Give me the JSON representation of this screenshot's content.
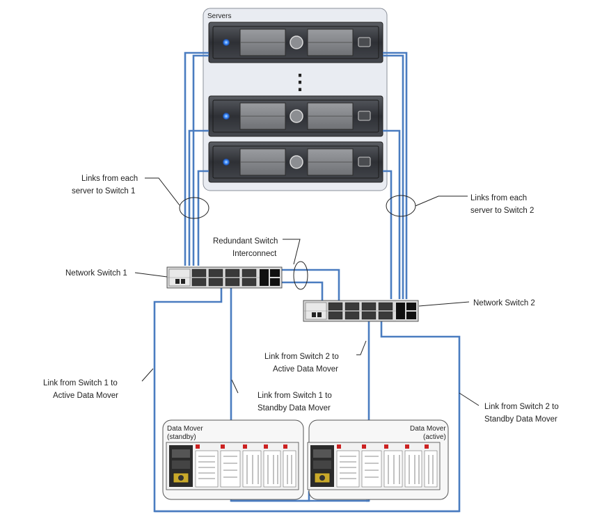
{
  "labels": {
    "servers": "Servers",
    "links_sw1_line1": "Links from each",
    "links_sw1_line2": "server to Switch 1",
    "links_sw2_line1": "Links from each",
    "links_sw2_line2": "server to Switch 2",
    "interconnect_line1": "Redundant Switch",
    "interconnect_line2": "Interconnect",
    "network_switch_1": "Network Switch 1",
    "network_switch_2": "Network Switch 2",
    "sw2_active_line1": "Link from Switch 2 to",
    "sw2_active_line2": "Active Data Mover",
    "sw1_active_line1": "Link from Switch 1 to",
    "sw1_active_line2": "Active Data Mover",
    "sw1_standby_line1": "Link from Switch 1 to",
    "sw1_standby_line2": "Standby Data Mover",
    "sw2_standby_line1": "Link from Switch 2 to",
    "sw2_standby_line2": "Standby Data Mover",
    "dm_standby_line1": "Data Mover",
    "dm_standby_line2": "(standby)",
    "dm_active_line1": "Data Mover",
    "dm_active_line2": "(active)",
    "ellipsis": "⋮"
  },
  "colors": {
    "link": "#4a7cc0",
    "server_body": "#3a3c42",
    "power_led": "#3d8cff",
    "panel_border": "#555555"
  }
}
